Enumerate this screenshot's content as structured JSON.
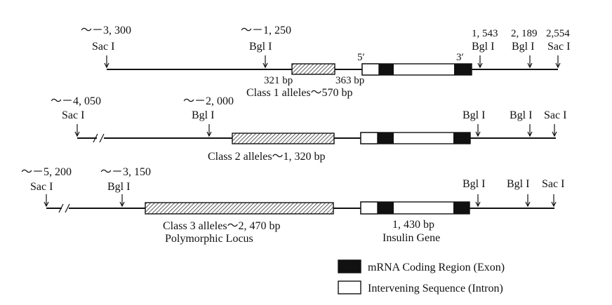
{
  "row1": {
    "sites": [
      {
        "position": "～－3, 300",
        "enzyme": "Sac I"
      },
      {
        "position": "～－1, 250",
        "enzyme": "Bgl I"
      },
      {
        "position": "1, 543",
        "enzyme": "Bgl I"
      },
      {
        "position": "2, 189",
        "enzyme": "Bgl I"
      },
      {
        "position": "2,554",
        "enzyme": "Sac I"
      }
    ],
    "left_flank_label": "321 bp",
    "right_flank_label": "363 bp",
    "five_prime": "5′",
    "three_prime": "3′",
    "caption": "Class 1 alleles～570 bp"
  },
  "row2": {
    "sites": [
      {
        "position": "～－4, 050",
        "enzyme": "Sac I"
      },
      {
        "position": "～－2, 000",
        "enzyme": "Bgl I"
      },
      {
        "position": "",
        "enzyme": "Bgl I"
      },
      {
        "position": "",
        "enzyme": "Bgl I"
      },
      {
        "position": "",
        "enzyme": "Sac I"
      }
    ],
    "caption": "Class 2 alleles～1, 320 bp"
  },
  "row3": {
    "sites": [
      {
        "position": "～－5, 200",
        "enzyme": "Sac I"
      },
      {
        "position": "～－3, 150",
        "enzyme": "Bgl I"
      },
      {
        "position": "",
        "enzyme": "Bgl I"
      },
      {
        "position": "",
        "enzyme": "Bgl I"
      },
      {
        "position": "",
        "enzyme": "Sac I"
      }
    ],
    "caption": "Class 3 alleles～2, 470 bp",
    "caption_sub": "Polymorphic Locus",
    "gene_size": "1, 430 bp",
    "gene_label": "Insulin Gene"
  },
  "legend": {
    "exon_label": "mRNA Coding Region (Exon)",
    "intron_label": "Intervening Sequence (Intron)",
    "exon_color": "#111111",
    "intron_color": "#ffffff"
  }
}
